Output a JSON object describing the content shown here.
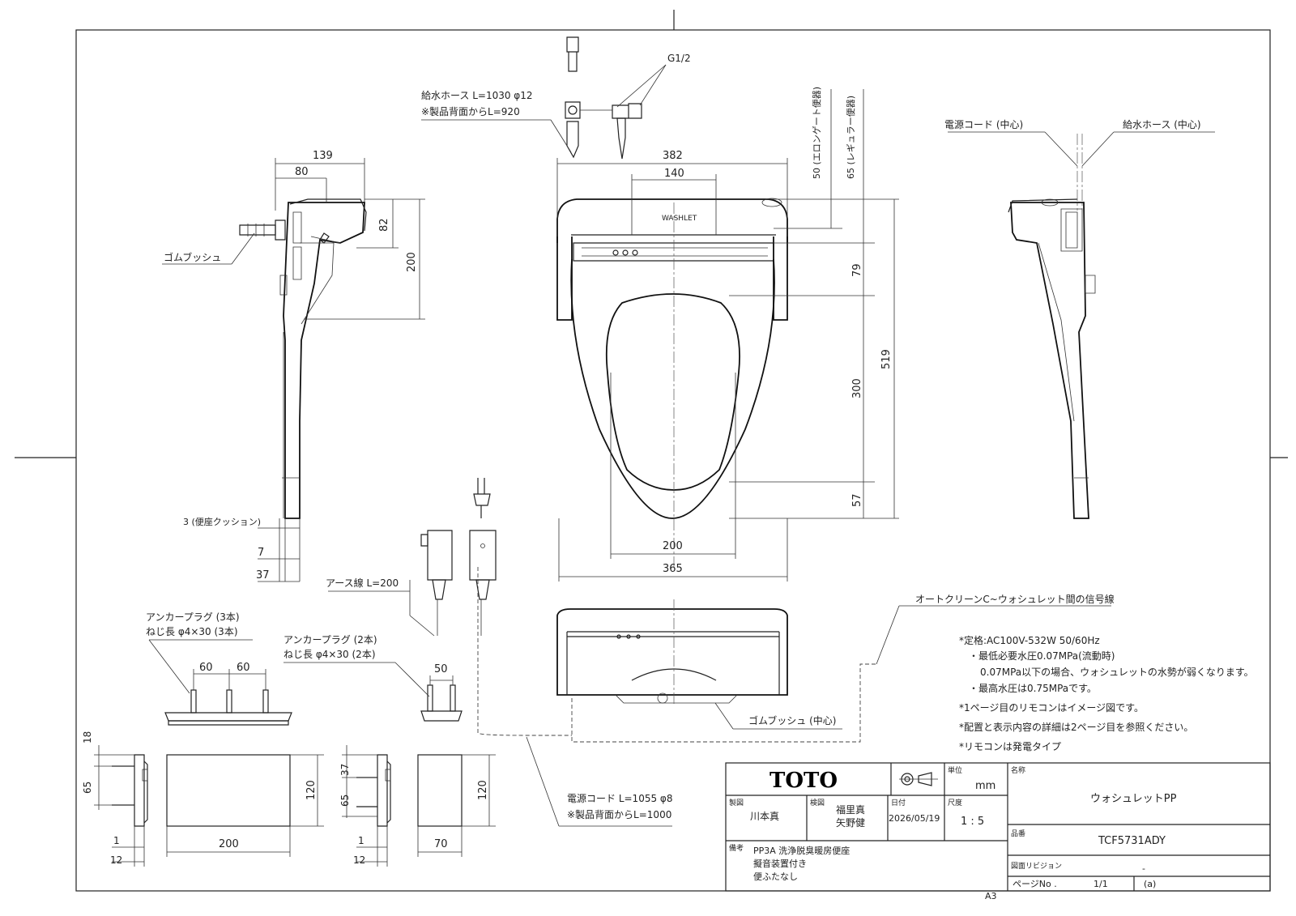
{
  "drawing": {
    "dimensions": {
      "d139": "139",
      "d80": "80",
      "d82": "82",
      "d200_side": "200",
      "d382": "382",
      "d140": "140",
      "d50": "50 (エロンゲート便器)",
      "d65": "65 (レギュラー便器)",
      "d79": "79",
      "d519": "519",
      "d300": "300",
      "d57": "57",
      "d200_seat": "200",
      "d365": "365",
      "d3": "3 (便座クッション)",
      "d7": "7",
      "d37": "37",
      "d60a": "60",
      "d60b": "60",
      "d50b": "50",
      "d18": "18",
      "d65a": "65",
      "d120a": "120",
      "d200r": "200",
      "d1a": "1",
      "d12a": "12",
      "d37b": "37",
      "d65b": "65",
      "d120b": "120",
      "d70": "70",
      "d1b": "1",
      "d12b": "12"
    },
    "labels": {
      "g12": "G1/2",
      "hose1": "給水ホース L=1030 φ12",
      "hose2": "※製品背面からL=920",
      "power_center": "電源コード (中心)",
      "hose_center": "給水ホース (中心)",
      "rubber_bush": "ゴムブッシュ",
      "earth": "アース線 L=200",
      "anchor3a": "アンカープラグ (3本)",
      "anchor3b": "ねじ長 φ4×30 (3本)",
      "anchor2a": "アンカープラグ (2本)",
      "anchor2b": "ねじ長 φ4×30 (2本)",
      "signal": "オートクリーンC~ウォシュレット間の信号線",
      "rubber_bush_center": "ゴムブッシュ (中心)",
      "power1": "電源コード L=1055 φ8",
      "power2": "※製品背面からL=1000",
      "seat_brand": "WASHLET"
    },
    "notes": [
      "*定格:AC100V-532W 50/60Hz",
      "・最低必要水圧0.07MPa(流動時)",
      "0.07MPa以下の場合、ウォシュレットの水勢が弱くなります。",
      "・最高水圧は0.75MPaです。",
      "*1ページ目のリモコンはイメージ図です。",
      "*配置と表示内容の詳細は2ページ目を参照ください。",
      "*リモコンは発電タイプ"
    ]
  },
  "title_block": {
    "logo": "TOTO",
    "unit_label": "単位",
    "unit": "mm",
    "name_label": "名称",
    "name": "ウォシュレットPP",
    "drawn_label": "製図",
    "drawn": "川本真",
    "checked_label": "検図",
    "checked_1": "福里真",
    "checked_2": "矢野健",
    "date_label": "日付",
    "date": "2026/05/19",
    "scale_label": "尺度",
    "scale": "1 : 5",
    "model_label": "品番",
    "model": "TCF5731ADY",
    "remarks_label": "備考",
    "remarks_1": "PP3A 洗浄脱臭暖房便座",
    "remarks_2": "擬音装置付き",
    "remarks_3": "便ふたなし",
    "revision_label": "図面リビジョン",
    "revision": "-",
    "sheet_size": "A3",
    "page_label": "ページNo .",
    "page": "1/1",
    "page_mark": "(a)"
  }
}
